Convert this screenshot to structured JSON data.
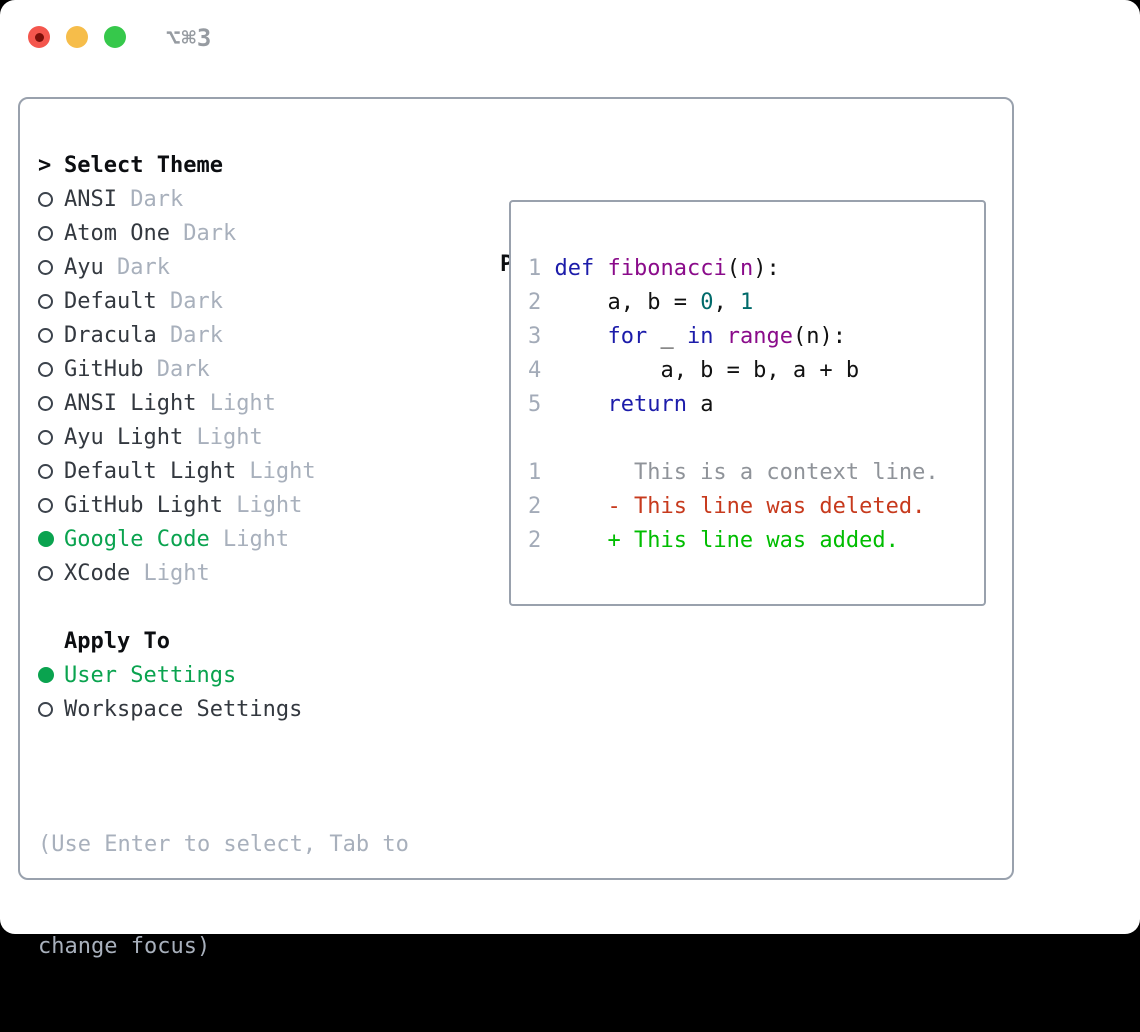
{
  "window": {
    "title": "⌥⌘3",
    "traffic_lights": {
      "close": "close-button",
      "minimize": "minimize-button",
      "zoom": "zoom-button"
    }
  },
  "theme_panel": {
    "header": {
      "prompt": ">",
      "label": "Select Theme"
    },
    "themes": [
      {
        "name": "ANSI",
        "variant": "Dark",
        "selected": false
      },
      {
        "name": "Atom One",
        "variant": "Dark",
        "selected": false
      },
      {
        "name": "Ayu",
        "variant": "Dark",
        "selected": false
      },
      {
        "name": "Default",
        "variant": "Dark",
        "selected": false
      },
      {
        "name": "Dracula",
        "variant": "Dark",
        "selected": false
      },
      {
        "name": "GitHub",
        "variant": "Dark",
        "selected": false
      },
      {
        "name": "ANSI Light",
        "variant": "Light",
        "selected": false
      },
      {
        "name": "Ayu Light",
        "variant": "Light",
        "selected": false
      },
      {
        "name": "Default Light",
        "variant": "Light",
        "selected": false
      },
      {
        "name": "GitHub Light",
        "variant": "Light",
        "selected": false
      },
      {
        "name": "Google Code",
        "variant": "Light",
        "selected": true
      },
      {
        "name": "XCode",
        "variant": "Light",
        "selected": false
      }
    ],
    "apply_to": {
      "label": "Apply To",
      "options": [
        {
          "name": "User Settings",
          "selected": true
        },
        {
          "name": "Workspace Settings",
          "selected": false
        }
      ]
    },
    "hint_line1": "(Use Enter to select, Tab to",
    "hint_line2": "change focus)"
  },
  "preview": {
    "label": "Preview",
    "code_lines": [
      {
        "num": "1",
        "tokens": [
          [
            "kw",
            "def"
          ],
          [
            "pl",
            " "
          ],
          [
            "fn",
            "fibonacci"
          ],
          [
            "pl",
            "("
          ],
          [
            "fn",
            "n"
          ],
          [
            "pl",
            "):"
          ]
        ]
      },
      {
        "num": "2",
        "tokens": [
          [
            "pl",
            "    a, b = "
          ],
          [
            "lit",
            "0"
          ],
          [
            "pl",
            ", "
          ],
          [
            "lit",
            "1"
          ]
        ]
      },
      {
        "num": "3",
        "tokens": [
          [
            "pl",
            "    "
          ],
          [
            "kw",
            "for"
          ],
          [
            "pl",
            " _ "
          ],
          [
            "kw",
            "in"
          ],
          [
            "pl",
            " "
          ],
          [
            "fn",
            "range"
          ],
          [
            "pl",
            "(n):"
          ]
        ]
      },
      {
        "num": "4",
        "tokens": [
          [
            "pl",
            "        a, b = b, a + b"
          ]
        ]
      },
      {
        "num": "5",
        "tokens": [
          [
            "pl",
            "    "
          ],
          [
            "kw",
            "return"
          ],
          [
            "pl",
            " a"
          ]
        ]
      },
      {
        "num": "",
        "tokens": []
      },
      {
        "num": "1",
        "tokens": [
          [
            "ctx",
            "      This is a context line."
          ]
        ]
      },
      {
        "num": "2",
        "tokens": [
          [
            "del",
            "    - This line was deleted."
          ]
        ]
      },
      {
        "num": "2",
        "tokens": [
          [
            "add",
            "    + This line was added."
          ]
        ]
      }
    ]
  },
  "colors": {
    "dot-red": "#f4564d",
    "dot-red-inner": "#7c100a",
    "dot-yellow": "#f6bd4a",
    "dot-green": "#36c84b",
    "title-gray": "#969ba1",
    "border": "#99a1ad",
    "heading": "#0c0e11",
    "text": "#33383f",
    "muted": "#a8b0bc",
    "green": "#0aa34f",
    "radio-ring": "#3c434c",
    "ln": "#a3abb8",
    "kw": "#1c1caa",
    "fn": "#8a0b8a",
    "lit": "#006a6a",
    "pl": "#111111",
    "ctx": "#8f9399",
    "del": "#c73a1d",
    "add": "#00bd00"
  }
}
